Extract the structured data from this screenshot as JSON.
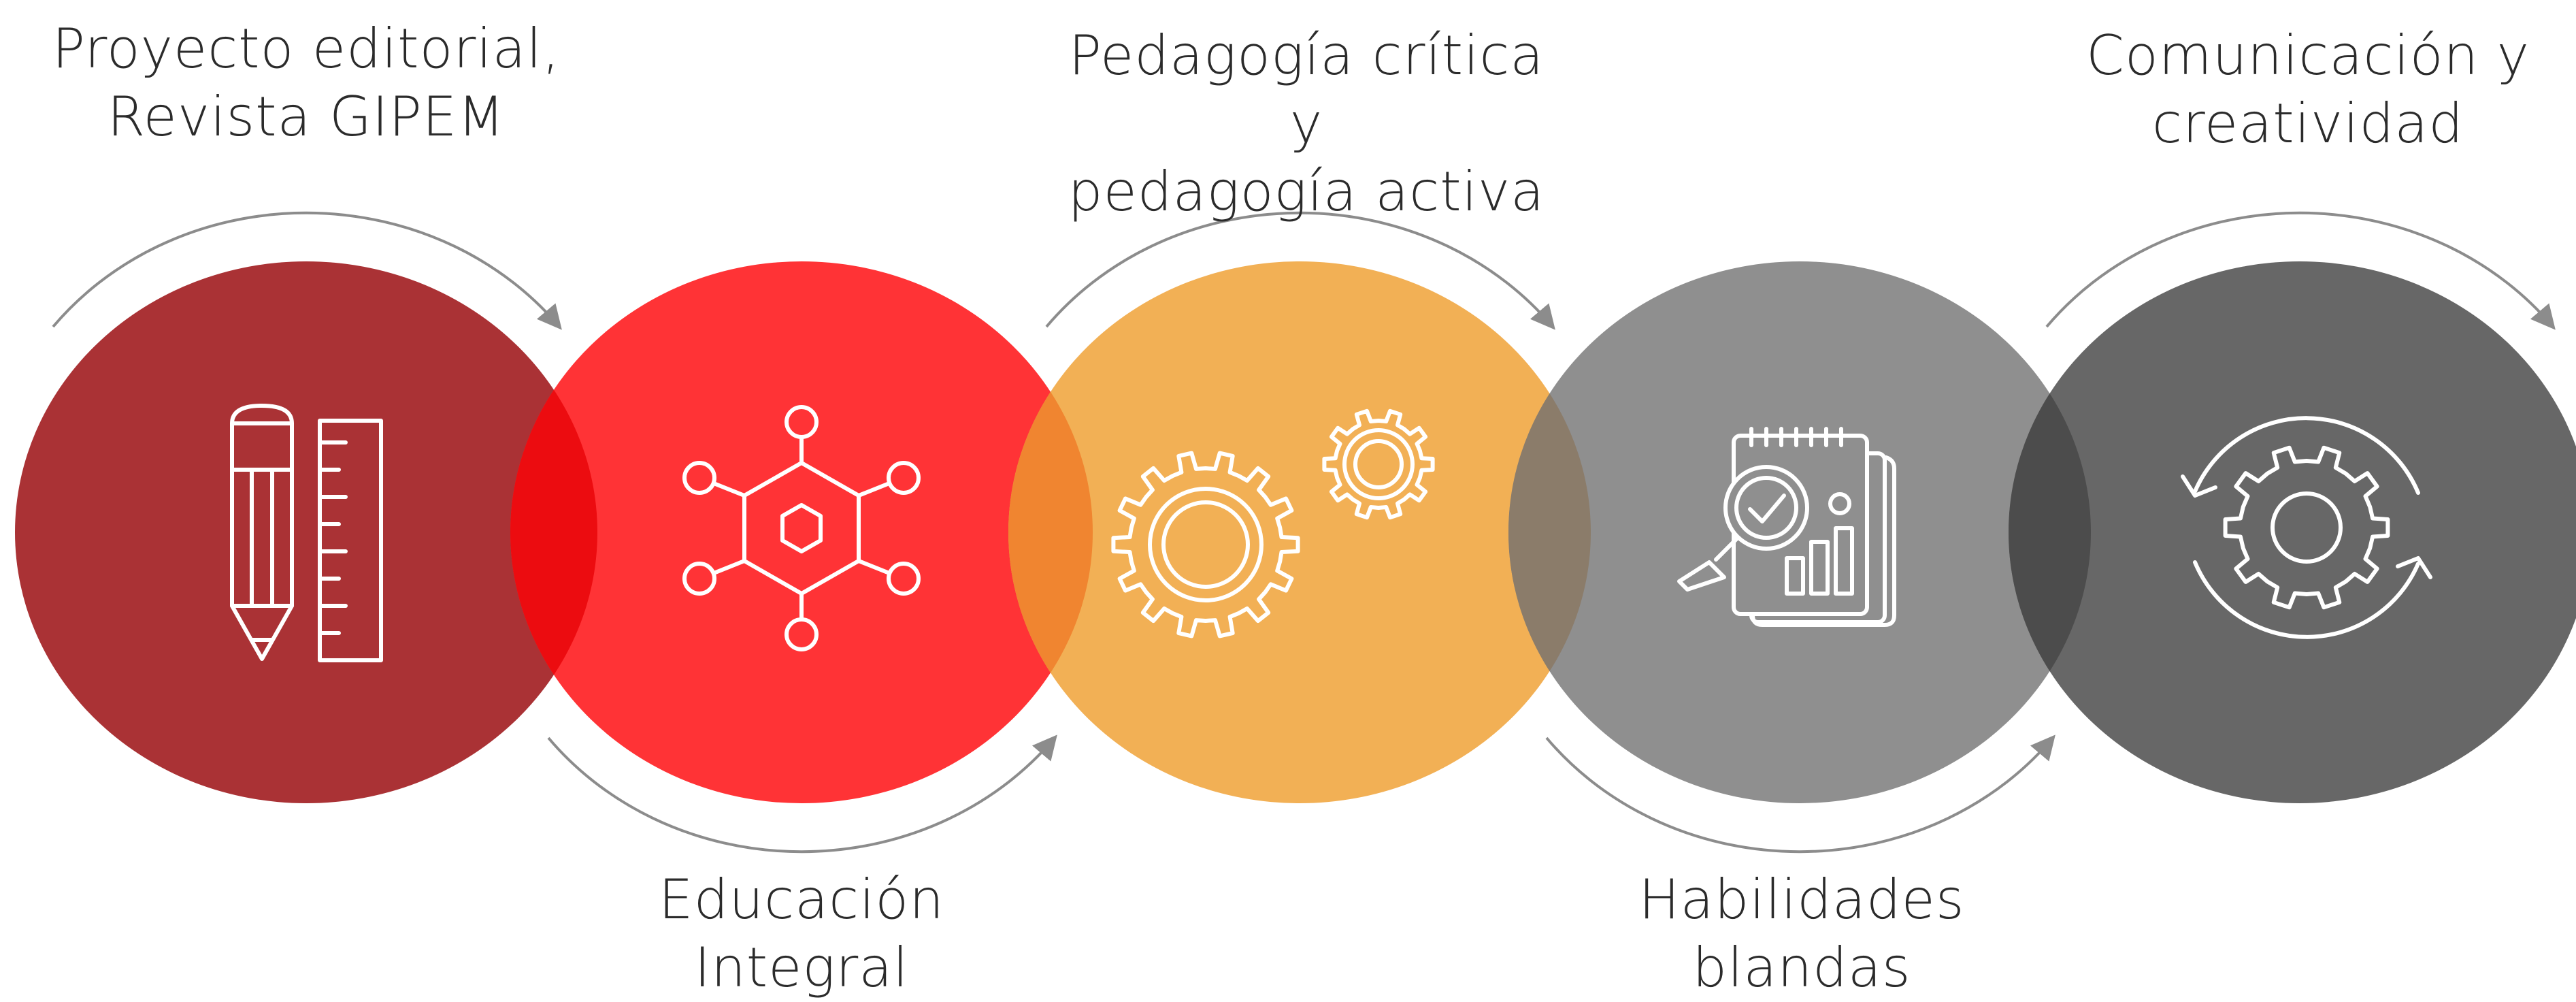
{
  "steps": [
    {
      "line1": "Proyecto editorial,",
      "line2": "Revista GIPEM",
      "color": "#AA3235",
      "icon": "pencil-ruler-icon"
    },
    {
      "line1": "Educación",
      "line2": "Integral",
      "color": "#FF3336",
      "icon": "hexagon-network-icon"
    },
    {
      "line1": "Pedagogía crítica y",
      "line2": "pedagogía activa",
      "color": "#F2B055",
      "icon": "gears-icon"
    },
    {
      "line1": "Habilidades",
      "line2": "blandas",
      "color": "#8F8F8F",
      "icon": "report-magnifier-icon"
    },
    {
      "line1": "Comunicación y",
      "line2": "creatividad",
      "color": "#676767",
      "icon": "gear-cycle-icon"
    }
  ],
  "overlap_colors": [
    "#EC0C10",
    "#F08530",
    "#8B7C6A",
    "#4C4C4C"
  ],
  "arrow_color": "#8C8C8C",
  "icon_color": "#FFFFFF"
}
